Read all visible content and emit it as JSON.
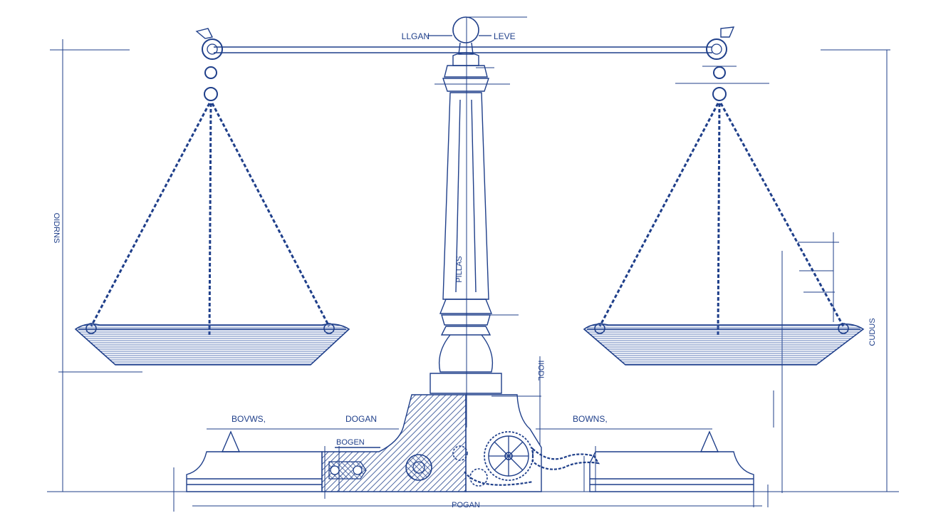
{
  "colors": {
    "ink": "#1f3f8a",
    "ink_light": "#3a5aa8",
    "paper": "#ffffff"
  },
  "labels": {
    "top_left": "LLGAN",
    "top_right": "LEVE",
    "column": "PILLAS",
    "base_left": "BOVWS,",
    "base_center": "DOGAN",
    "base_plate": "BOGEN",
    "base_right": "BOWNS,",
    "bottom": "POGAN",
    "left_side": "OIDRNS",
    "right_side": "CUDUS",
    "pedestal": "IIODL"
  }
}
